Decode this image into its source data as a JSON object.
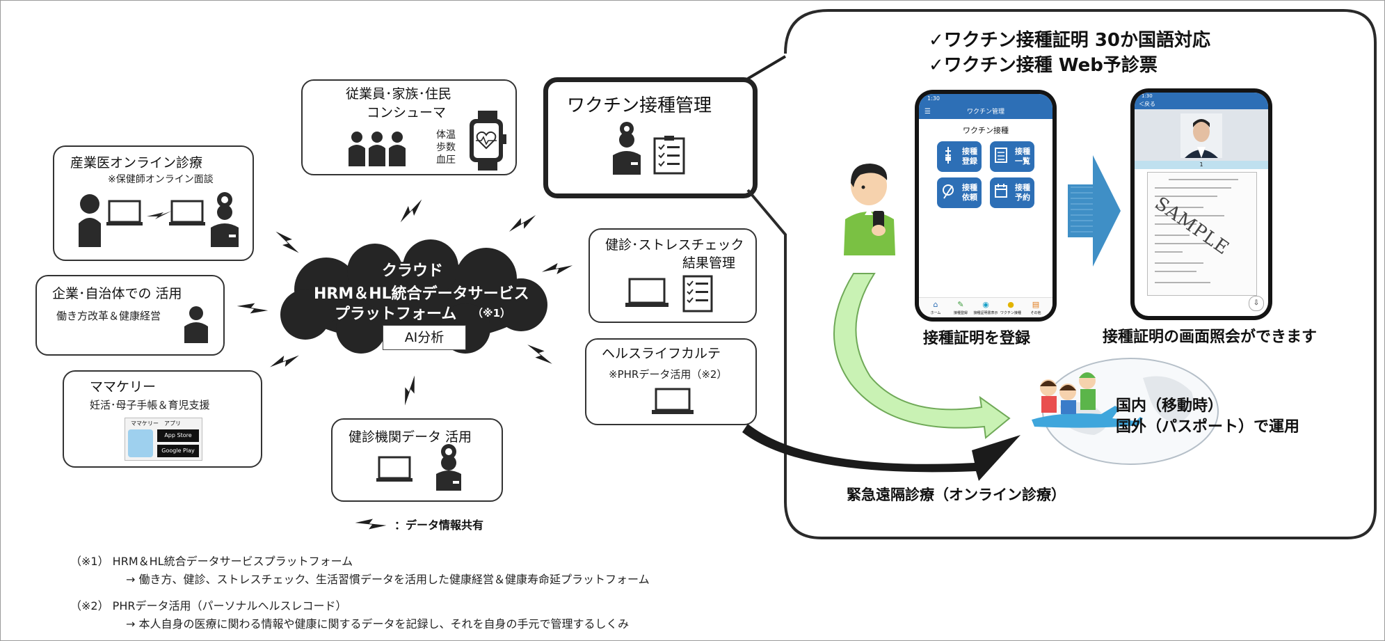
{
  "cloud": {
    "title": "クラウド",
    "line2": "HRM＆HL統合データサービス",
    "line3": "プラットフォーム",
    "line3_note": "（※1）",
    "ai_label": "AI分析"
  },
  "consumer": {
    "title1": "従業員･家族･住民",
    "title2": "コンシューマ",
    "vital1": "体温",
    "vital2": "歩数",
    "vital3": "血圧"
  },
  "online": {
    "title": "産業医オンライン診療",
    "sub": "※保健師オンライン面談"
  },
  "company": {
    "title": "企業･自治体での 活用",
    "sub": "働き方改革＆健康経営"
  },
  "mamakery": {
    "title": "ママケリー",
    "sub": "妊活･母子手帳＆育児支援",
    "app_label": "ママケリー　アプリ",
    "appstore": "App Store",
    "googleplay": "Google Play"
  },
  "institution": {
    "title": "健診機関データ 活用"
  },
  "legend": {
    "label": "：データ情報共有"
  },
  "vaccine_mgmt": {
    "title": "ワクチン接種管理"
  },
  "stress": {
    "title1": "健診･ストレスチェック",
    "title2": "結果管理"
  },
  "karte": {
    "title": "ヘルスライフカルテ",
    "sub": "※PHRデータ活用（※2）"
  },
  "right_panel": {
    "check1": "✓ワクチン接種証明 30か国語対応",
    "check2": "✓ワクチン接種 Web予診票",
    "phone1": {
      "time": "1:30",
      "header": "ワクチン管理",
      "screen_title": "ワクチン接種",
      "buttons": [
        {
          "top": "接種",
          "bottom": "登録"
        },
        {
          "top": "接種",
          "bottom": "一覧"
        },
        {
          "top": "接種",
          "bottom": "依頼"
        },
        {
          "top": "接種",
          "bottom": "予約"
        }
      ],
      "nav": [
        "ホーム",
        "接種登録",
        "接種証明書表示",
        "ワクチン接種",
        "その他"
      ]
    },
    "phone2": {
      "time": "1:30",
      "back": "＜戻る",
      "page": "1",
      "watermark": "SAMPLE"
    },
    "caption1": "接種証明を登録",
    "caption2": "接種証明の画面照会ができます",
    "travel1": "国内（移動時）",
    "travel2": "国外（パスポート）で運用",
    "emergency": "緊急遠隔診療（オンライン診療）"
  },
  "footnotes": {
    "n1_title": "（※1）  HRM＆HL統合データサービスプラットフォーム",
    "n1_desc": "→ 働き方、健診、ストレスチェック、生活習慣データを活用した健康経営＆健康寿命延プラットフォーム",
    "n2_title": "（※2）  PHRデータ活用（パーソナルヘルスレコード）",
    "n2_desc": "→ 本人自身の医療に関わる情報や健康に関するデータを記録し、それを自身の手元で管理するしくみ"
  },
  "colors": {
    "phone_blue": "#2d6fb6",
    "arrow_blue": "#3f8fc6",
    "arrow_green": "#c9f2b4",
    "dark": "#2a2a2a",
    "cloud": "#252525"
  }
}
